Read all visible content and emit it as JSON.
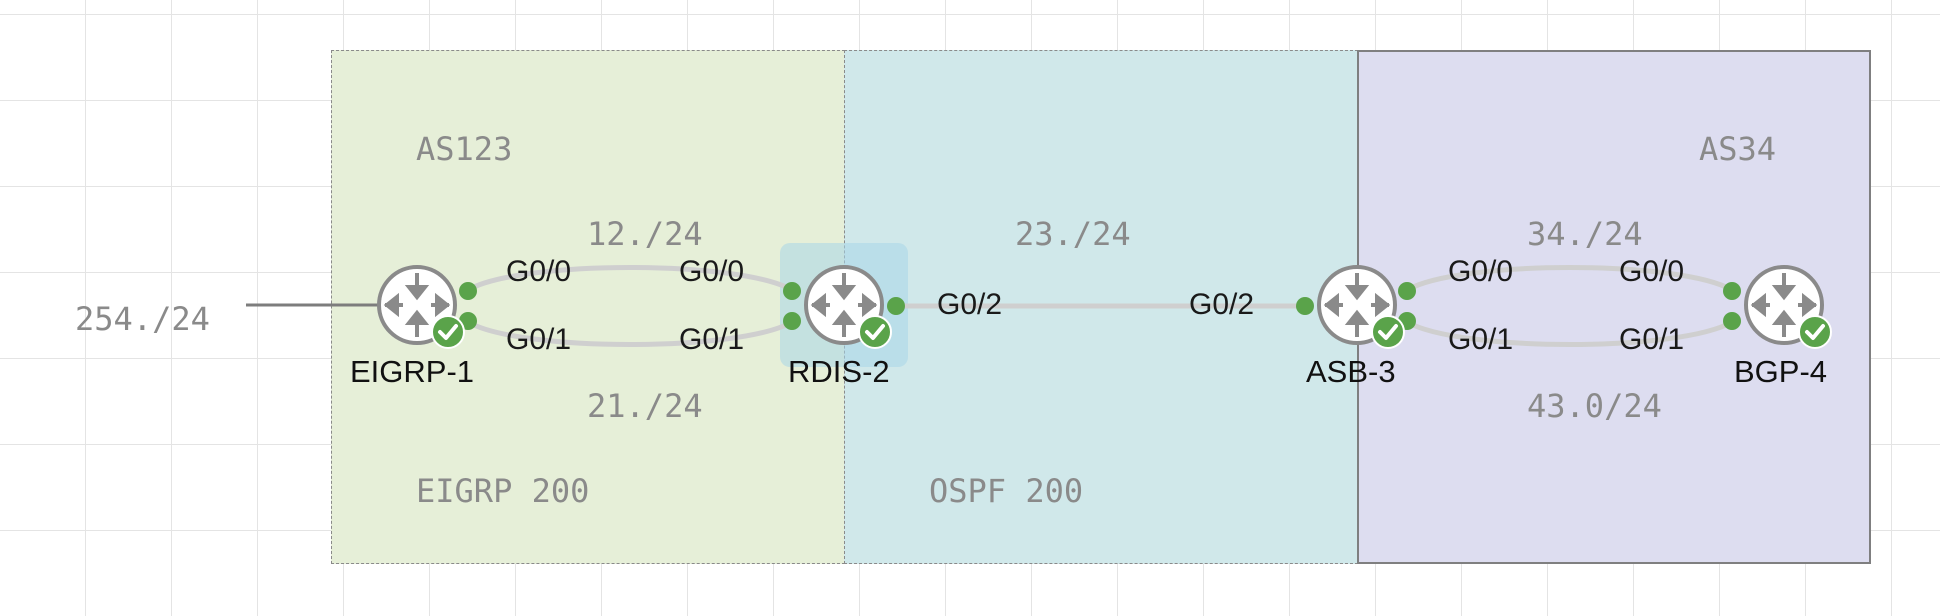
{
  "areas": {
    "as123_label": "AS123",
    "as34_label": "AS34",
    "eigrp_label": "EIGRP 200",
    "ospf_label": "OSPF 200"
  },
  "external_subnet": "254./24",
  "subnets": {
    "r1_r2_top": "12./24",
    "r1_r2_bottom": "21./24",
    "r2_r3": "23./24",
    "r3_r4_top": "34./24",
    "r3_r4_bottom": "43.0/24"
  },
  "routers": [
    {
      "name": "EIGRP-1",
      "status": "ok"
    },
    {
      "name": "RDIS-2",
      "status": "ok"
    },
    {
      "name": "ASB-3",
      "status": "ok"
    },
    {
      "name": "BGP-4",
      "status": "ok"
    }
  ],
  "interfaces": {
    "r1_g00": "G0/0",
    "r1_g01": "G0/1",
    "r2_g00": "G0/0",
    "r2_g01": "G0/1",
    "r2_g02": "G0/2",
    "r3_g02": "G0/2",
    "r3_g00": "G0/0",
    "r3_g01": "G0/1",
    "r4_g00": "G0/0",
    "r4_g01": "G0/1"
  },
  "colors": {
    "eigrp_zone": "#e6efd8",
    "ospf_zone": "#d0e8ea",
    "as34_zone": "#ddddf0",
    "link": "#cfcfcf",
    "port_up": "#5aa34a",
    "status_ok": "#5aa34a",
    "router_icon": "#888888"
  }
}
